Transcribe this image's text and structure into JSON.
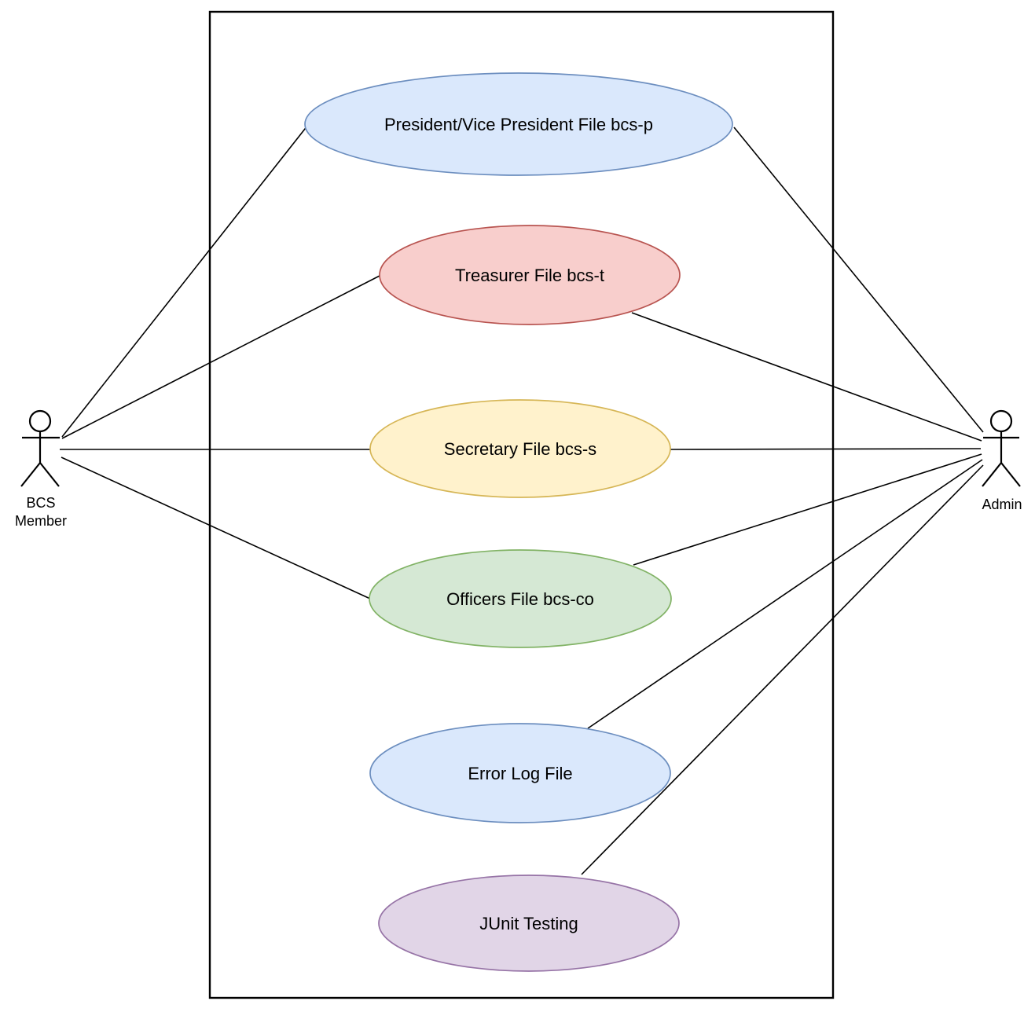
{
  "actors": {
    "bcs_member": {
      "name_line1": "BCS",
      "name_line2": "Member"
    },
    "admin": {
      "name": "Admin"
    }
  },
  "use_cases": {
    "president": {
      "label": "President/Vice President File bcs-p",
      "fill": "#dae8fc",
      "stroke": "#6c8ebf"
    },
    "treasurer": {
      "label": "Treasurer File bcs-t",
      "fill": "#f8cecc",
      "stroke": "#b85450"
    },
    "secretary": {
      "label": "Secretary File bcs-s",
      "fill": "#fff2cc",
      "stroke": "#d6b656"
    },
    "officers": {
      "label": "Officers File bcs-co",
      "fill": "#d5e8d4",
      "stroke": "#82b366"
    },
    "error_log": {
      "label": "Error Log File",
      "fill": "#dae8fc",
      "stroke": "#6c8ebf"
    },
    "junit": {
      "label": "JUnit Testing",
      "fill": "#e1d5e7",
      "stroke": "#9673a6"
    }
  },
  "associations": [
    {
      "from": "BCS Member",
      "to": "President/Vice President File bcs-p"
    },
    {
      "from": "BCS Member",
      "to": "Treasurer File bcs-t"
    },
    {
      "from": "BCS Member",
      "to": "Secretary File bcs-s"
    },
    {
      "from": "BCS Member",
      "to": "Officers File bcs-co"
    },
    {
      "from": "Admin",
      "to": "President/Vice President File bcs-p"
    },
    {
      "from": "Admin",
      "to": "Treasurer File bcs-t"
    },
    {
      "from": "Admin",
      "to": "Secretary File bcs-s"
    },
    {
      "from": "Admin",
      "to": "Officers File bcs-co"
    },
    {
      "from": "Admin",
      "to": "Error Log File"
    },
    {
      "from": "Admin",
      "to": "JUnit Testing"
    }
  ],
  "style": {
    "line_color": "#000000",
    "boundary_color": "#000000",
    "background": "#ffffff"
  }
}
